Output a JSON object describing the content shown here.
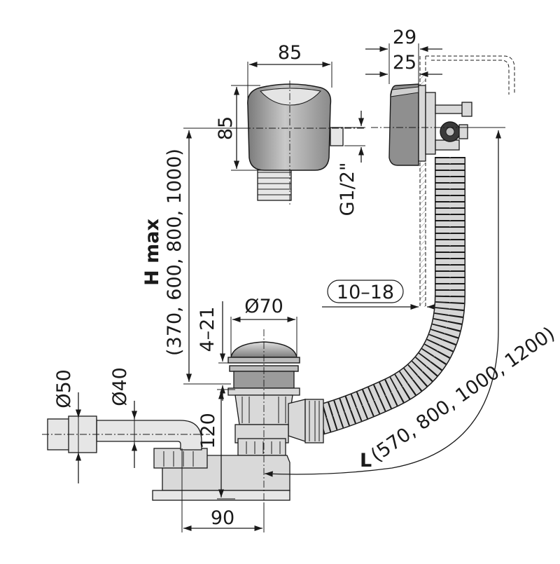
{
  "dimensions": {
    "overflow_width": "85",
    "overflow_height": "85",
    "thread": "G1/2\"",
    "depth_total": "29",
    "depth_inner": "25",
    "tub_wall": "10–18",
    "drain_diameter": "Ø70",
    "drain_adjust": "4–21",
    "trap_height": "120",
    "trap_offset": "90",
    "outlet_outer": "Ø50",
    "outlet_inner": "Ø40"
  },
  "height_label": {
    "title": "H max",
    "values": "(370, 600, 800, 1000)"
  },
  "length_label": {
    "title": "L",
    "values": "(570, 800, 1000, 1200)"
  }
}
